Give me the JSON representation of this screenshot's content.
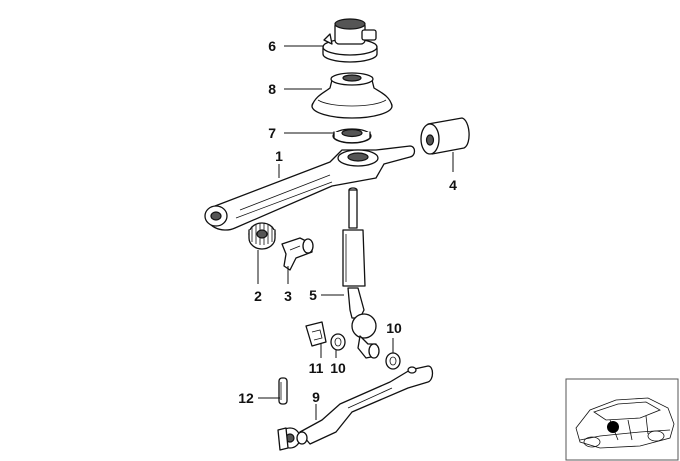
{
  "callouts": {
    "c1": "1",
    "c2": "2",
    "c3": "3",
    "c4": "4",
    "c5": "5",
    "c6": "6",
    "c7": "7",
    "c8": "8",
    "c9": "9",
    "c10a": "10",
    "c10b": "10",
    "c11": "11",
    "c12": "12"
  },
  "colors": {
    "line": "#111111",
    "shade": "#cfcfcf",
    "thumbnail_border": "#555555",
    "highlight_dot": "#000000"
  }
}
